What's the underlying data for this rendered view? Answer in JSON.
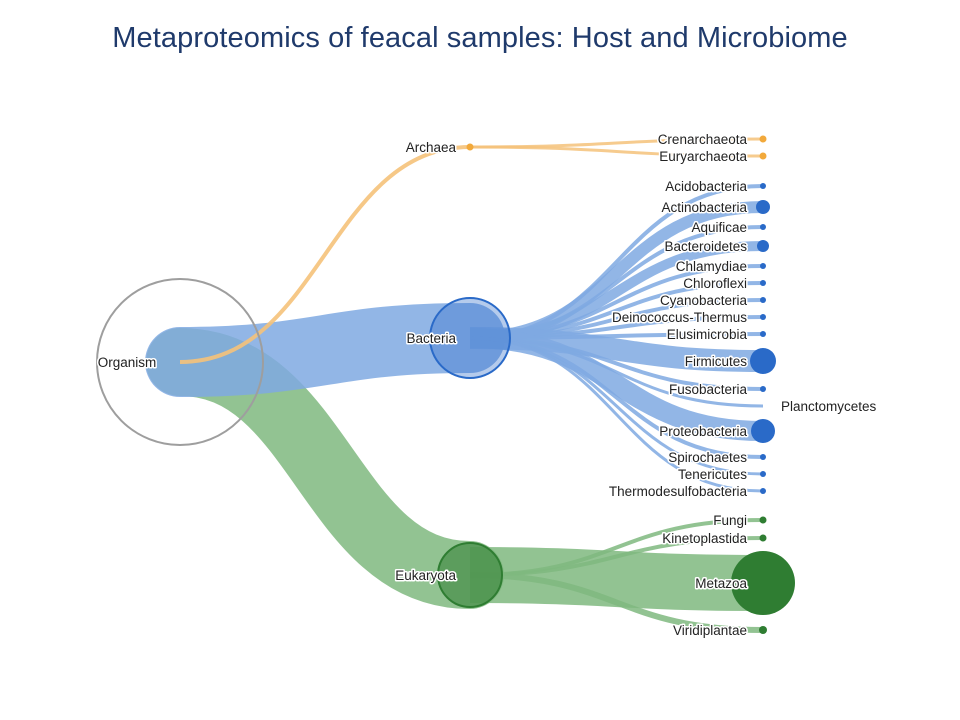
{
  "title": "Metaproteomics of feacal samples: Host and Microbiome",
  "colors": {
    "archaea": "#f2a93b",
    "bacteria": "#2a6ac8",
    "bacteria_link": "#7fa9e2",
    "eukaryota": "#2f7d32",
    "eukaryota_link": "#7fb87f",
    "root_ring": "#9e9e9e"
  },
  "root": {
    "label": "Organism"
  },
  "archaea": {
    "label": "Archaea",
    "children": [
      "Crenarchaeota",
      "Euryarchaeota"
    ]
  },
  "bacteria": {
    "label": "Bacteria",
    "children": [
      "Acidobacteria",
      "Actinobacteria",
      "Aquificae",
      "Bacteroidetes",
      "Chlamydiae",
      "Chloroflexi",
      "Cyanobacteria",
      "Deinococcus-Thermus",
      "Elusimicrobia",
      "Firmicutes",
      "Fusobacteria",
      "Planctomycetes",
      "Proteobacteria",
      "Spirochaetes",
      "Tenericutes",
      "Thermodesulfobacteria"
    ]
  },
  "eukaryota": {
    "label": "Eukaryota",
    "children": [
      "Fungi",
      "Kinetoplastida",
      "Metazoa",
      "Viridiplantae"
    ]
  }
}
